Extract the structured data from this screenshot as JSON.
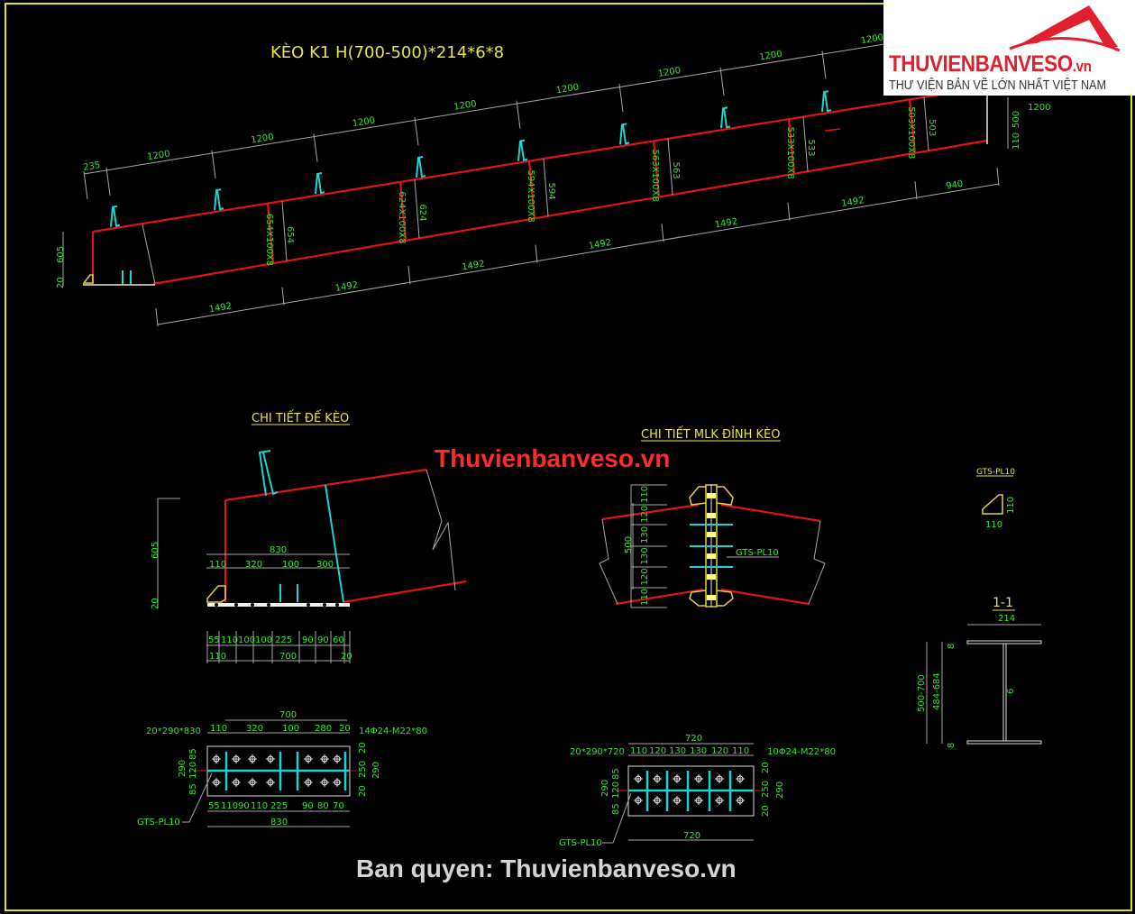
{
  "drawing": {
    "title": "KÈO K1 H(700-500)*214*6*8",
    "top_dims": [
      "235",
      "1200",
      "1200",
      "1200",
      "1200",
      "1200",
      "1200",
      "1200",
      "1200",
      "1200"
    ],
    "bottom_dims": [
      "1492",
      "1492",
      "1492",
      "1492",
      "1492",
      "1492",
      "940"
    ],
    "left_dims": [
      "605",
      "20"
    ],
    "right_dims": [
      "500",
      "110"
    ],
    "stiffener_labels": [
      "654X100X8",
      "624X100X8",
      "594X100X8",
      "563X100X8",
      "533X100X8",
      "503X100X8"
    ],
    "depth_labels": [
      "654",
      "624",
      "594",
      "563",
      "533",
      "503"
    ]
  },
  "base_detail": {
    "title": "CHI TIẾT ĐẾ KÈO",
    "height_dims": [
      "605",
      "20"
    ],
    "top_total": "830",
    "top_dims": [
      "110",
      "320",
      "100",
      "300"
    ],
    "bottom_dims": [
      "55",
      "110",
      "100",
      "100",
      "225",
      "90",
      "90",
      "60"
    ],
    "bottom_totals": [
      "110",
      "700",
      "20"
    ]
  },
  "ridge_detail": {
    "title": "CHI TIẾT MLK ĐỈNH KÈO",
    "left_dims": [
      "110",
      "120",
      "130",
      "130",
      "120",
      "110"
    ],
    "total": "500",
    "plate_label": "GTS-PL10"
  },
  "gusset": {
    "title": "GTS-PL10",
    "dims": [
      "110",
      "110"
    ]
  },
  "section": {
    "title": "1-1",
    "width": "214",
    "heights": [
      "500-700",
      "484-684"
    ],
    "web": "6",
    "flange": "8"
  },
  "base_plan": {
    "top_total": "700",
    "top_dims": [
      "110",
      "320",
      "100",
      "280",
      "20"
    ],
    "plate_label": "20*290*830",
    "bolt_label": "14Φ24-M22*80",
    "left_dims": [
      "85",
      "120",
      "85"
    ],
    "left_total": "290",
    "right_dims": [
      "20",
      "250",
      "20"
    ],
    "right_total": "290",
    "bottom_dims": [
      "55",
      "110",
      "90",
      "110",
      "225",
      "90",
      "80",
      "70"
    ],
    "bottom_total": "830",
    "gusset_label": "GTS-PL10"
  },
  "ridge_plan": {
    "top_total": "720",
    "top_dims": [
      "110",
      "120",
      "130",
      "130",
      "120",
      "110"
    ],
    "plate_label": "20*290*720",
    "bolt_label": "10Φ24-M22*80",
    "left_dims": [
      "85",
      "120",
      "85"
    ],
    "left_total": "290",
    "right_dims": [
      "20",
      "250",
      "20"
    ],
    "right_total": "290",
    "bottom_total": "720",
    "gusset_label": "GTS-PL10"
  },
  "watermark": {
    "brand": "THUVIENBANVESO",
    "brand_suffix": ".vn",
    "tagline": "THƯ VIỆN BẢN VẼ LỚN NHẤT VIỆT NAM",
    "center": "Thuvienbanveso.vn",
    "copyright": "Ban quyen: Thuvienbanveso.vn"
  },
  "colors": {
    "beam": "#e01414",
    "purlin": "#1ad4d4",
    "dim_text": "#2fe82f",
    "title": "#e6e64a",
    "frame": "#e6e600"
  }
}
